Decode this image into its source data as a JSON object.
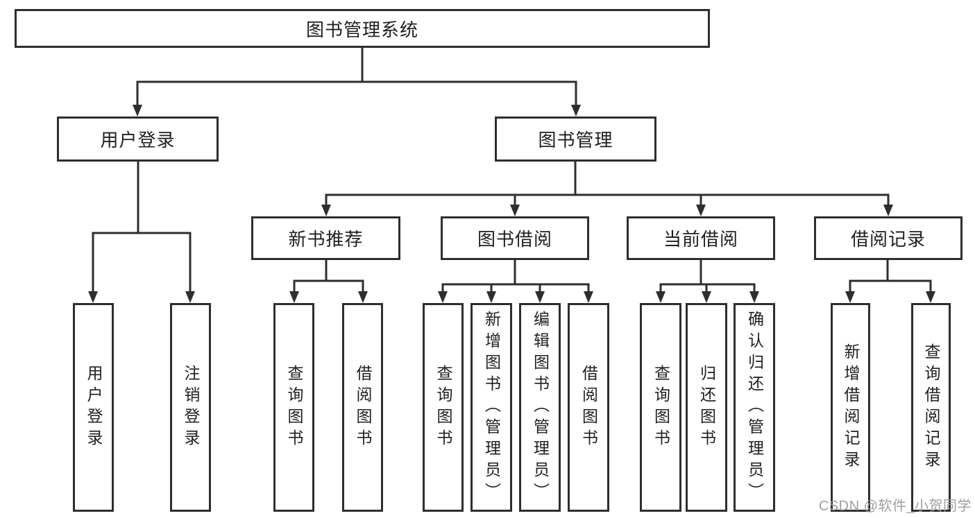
{
  "tree": {
    "label": "图书管理系统",
    "children": [
      {
        "label": "用户登录",
        "children": [
          {
            "label": "用户登录"
          },
          {
            "label": "注销登录"
          }
        ]
      },
      {
        "label": "图书管理",
        "children": [
          {
            "label": "新书推荐",
            "children": [
              {
                "label": "查询图书"
              },
              {
                "label": "借阅图书"
              }
            ]
          },
          {
            "label": "图书借阅",
            "children": [
              {
                "label": "查询图书"
              },
              {
                "label": "新增图书（管理员）"
              },
              {
                "label": "编辑图书（管理员）"
              },
              {
                "label": "借阅图书"
              }
            ]
          },
          {
            "label": "当前借阅",
            "children": [
              {
                "label": "查询图书"
              },
              {
                "label": "归还图书"
              },
              {
                "label": "确认归还（管理员）"
              }
            ]
          },
          {
            "label": "借阅记录",
            "children": [
              {
                "label": "新增借阅记录"
              },
              {
                "label": "查询借阅记录"
              }
            ]
          }
        ]
      }
    ]
  },
  "watermark": {
    "text": "CSDN @软件_小贺同学"
  },
  "colors": {
    "line": "#2e2e2e",
    "text": "#1f1f1f",
    "watermark_text": "#9a9a9a",
    "background": "#ffffff"
  }
}
